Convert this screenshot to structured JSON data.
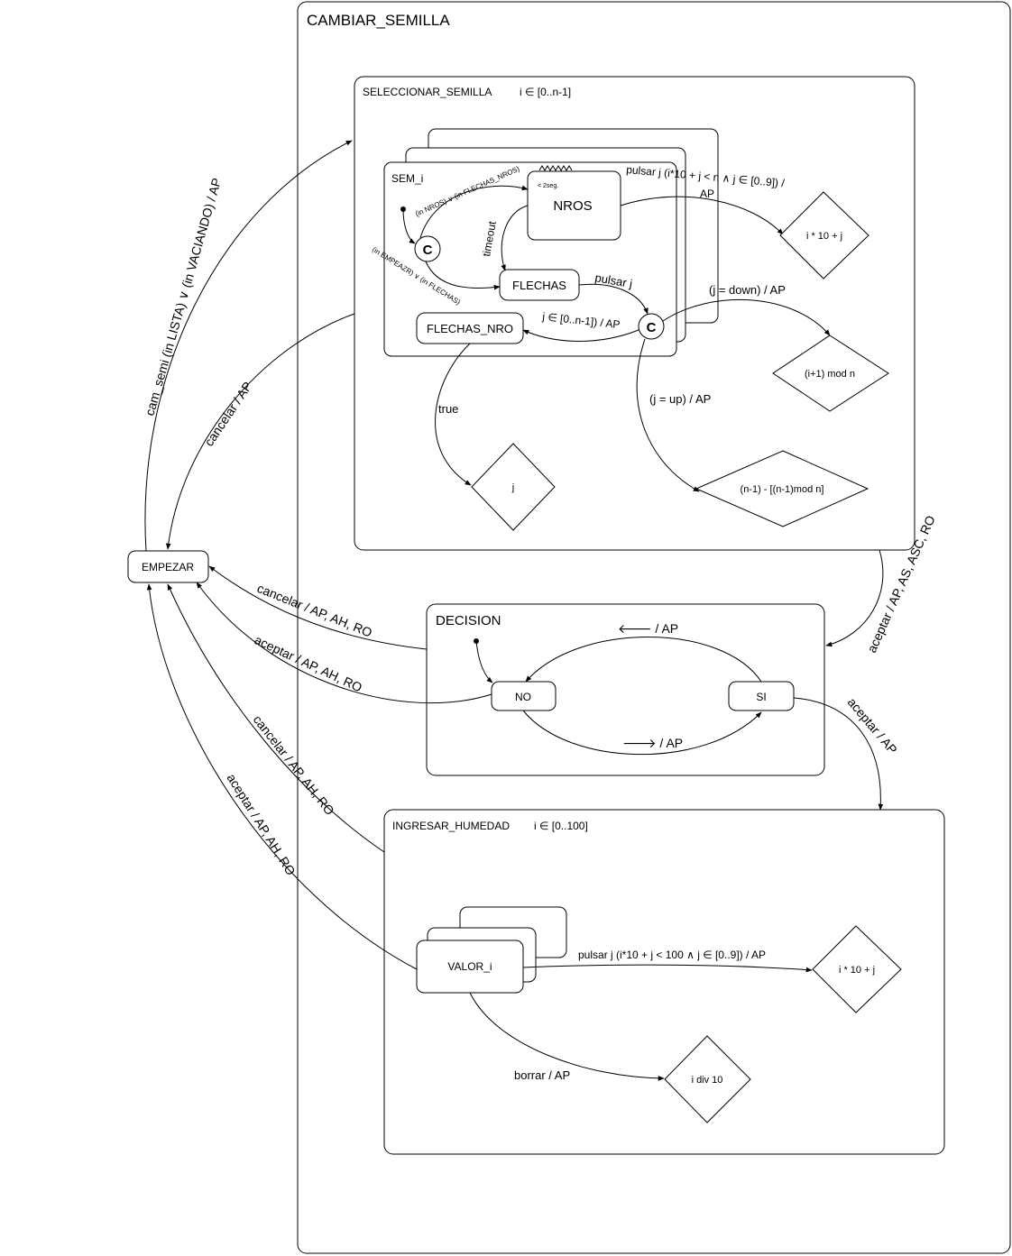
{
  "states": {
    "cambiar_semilla": "CAMBIAR_SEMILLA",
    "seleccionar_semilla": "SELECCIONAR_SEMILLA",
    "seleccionar_semilla_domain": "i ∈  [0..n-1]",
    "sem_i": "SEM_i",
    "nros": "NROS",
    "nros_timer": "< 2seg.",
    "flechas": "FLECHAS",
    "flechas_nro": "FLECHAS_NRO",
    "connector": "C",
    "empezar": "EMPEZAR",
    "decision": "DECISION",
    "no": "NO",
    "si": "SI",
    "ingresar_humedad": "INGRESAR_HUMEDAD",
    "ingresar_humedad_domain": "i ∈  [0..100]",
    "valor_i": "VALOR_i"
  },
  "targets": {
    "sem_next": "i * 10 + j",
    "inc": "(i+1) mod n",
    "dec": "(n-1) - [(n-1)mod n]",
    "j": "j",
    "hum_next": "i * 10 + j",
    "hum_div": "i div 10"
  },
  "transitions": {
    "in_nros": "(in NROS) ∨ (in FLECHAS_NROS)",
    "in_empezar": "(in EMPEAZR) ∨ (in FLECHAS)",
    "timeout": "timeout",
    "pulsar_j_nros": "pulsar j (i*10 + j < n ∧ j ∈ [0..9]) /",
    "ap": "AP",
    "pulsar_j": "pulsar j",
    "j_range": "j ∈ [0..n-1]) / AP",
    "j_down": "(j = down) / AP",
    "j_up": "(j = up) / AP",
    "true_label": "true",
    "cam_semi": "cam_semi (in LISTA) ∨ (in VACIANDO) / AP",
    "cancelar_ap": "cancelar / AP",
    "aceptar_ap_as": "aceptar / AP, AS, ASC, RO",
    "cancelar_decision": "cancelar / AP, AH, RO",
    "aceptar_decision": "aceptar / AP, AH, RO",
    "si_to_no": "🡐 / AP",
    "no_to_si": "🡒 / AP",
    "aceptar_si": "aceptar / AP",
    "cancelar_humedad": "cancelar / AP, AH, RO",
    "aceptar_humedad": "aceptar / AP, AH, RO",
    "pulsar_j_hum": "pulsar j (i*10 + j < 100 ∧ j ∈ [0..9]) / AP",
    "borrar": "borrar / AP"
  }
}
